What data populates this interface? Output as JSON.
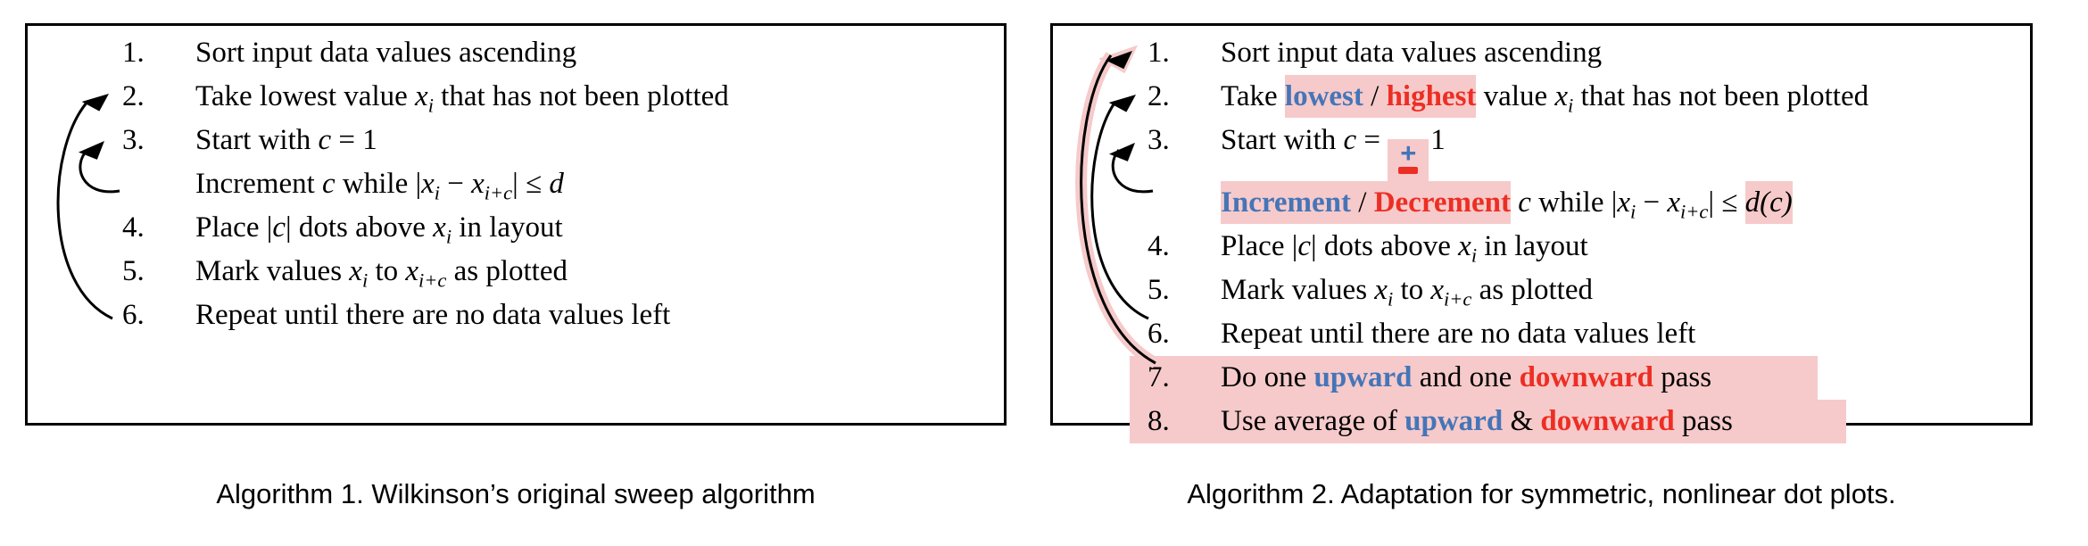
{
  "colors": {
    "blue": "#4575b8",
    "red": "#ed2e24",
    "pink_highlight": "#f6caca",
    "text": "#000000"
  },
  "boxes": [
    {
      "id": "algorithm1",
      "caption": "Algorithm 1. Wilkinson’s original sweep algorithm",
      "arrows": [
        {
          "from": "step-6",
          "to": "step-2"
        },
        {
          "from": "increment-line",
          "to": "step-3"
        }
      ],
      "steps": [
        {
          "num": "1.",
          "segments": [
            {
              "text": "Sort input data values ascending"
            }
          ]
        },
        {
          "num": "2.",
          "segments": [
            {
              "text": "Take lowest value "
            },
            {
              "text": "x",
              "style": "var",
              "sub": "i"
            },
            {
              "text": " that has not been plotted"
            }
          ]
        },
        {
          "num": "3.",
          "segments": [
            {
              "text": "Start with "
            },
            {
              "text": "c",
              "style": "var"
            },
            {
              "text": " = 1"
            }
          ]
        },
        {
          "num": "",
          "segments": [
            {
              "text": "Increment "
            },
            {
              "text": "c",
              "style": "var"
            },
            {
              "text": " while |"
            },
            {
              "text": "x",
              "style": "var",
              "sub": "i"
            },
            {
              "text": " − "
            },
            {
              "text": "x",
              "style": "var",
              "sub": "i+c"
            },
            {
              "text": "| ≤ "
            },
            {
              "text": "d",
              "style": "var"
            }
          ]
        },
        {
          "num": "4.",
          "segments": [
            {
              "text": "Place |"
            },
            {
              "text": "c",
              "style": "var"
            },
            {
              "text": "| dots above "
            },
            {
              "text": "x",
              "style": "var",
              "sub": "i"
            },
            {
              "text": " in layout"
            }
          ]
        },
        {
          "num": "5.",
          "segments": [
            {
              "text": "Mark values "
            },
            {
              "text": "x",
              "style": "var",
              "sub": "i"
            },
            {
              "text": " to "
            },
            {
              "text": "x",
              "style": "var",
              "sub": "i+c"
            },
            {
              "text": " as plotted"
            }
          ]
        },
        {
          "num": "6.",
          "segments": [
            {
              "text": "Repeat until there are no data values left"
            }
          ]
        }
      ]
    },
    {
      "id": "algorithm2",
      "caption": "Algorithm 2. Adaptation for symmetric, nonlinear dot plots.",
      "arrows": [
        {
          "from": "step-7",
          "to": "step-1",
          "emphasis": "pink"
        },
        {
          "from": "step-6",
          "to": "step-2"
        },
        {
          "from": "increment-line",
          "to": "step-3"
        }
      ],
      "steps": [
        {
          "num": "1.",
          "segments": [
            {
              "text": "Sort input data values ascending"
            }
          ]
        },
        {
          "num": "2.",
          "segments": [
            {
              "text": "Take "
            },
            {
              "text": "lowest",
              "style": "blue",
              "hl": true
            },
            {
              "text": " / ",
              "hl": true
            },
            {
              "text": "highest",
              "style": "red",
              "hl": true
            },
            {
              "text": " value "
            },
            {
              "text": "x",
              "style": "var",
              "sub": "i"
            },
            {
              "text": " that has not been plotted"
            }
          ]
        },
        {
          "num": "3.",
          "segments": [
            {
              "text": "Start with "
            },
            {
              "text": "c",
              "style": "var"
            },
            {
              "text": " = "
            },
            {
              "type": "plusminus",
              "plus": "+",
              "minus": "−"
            },
            {
              "text": "1"
            }
          ]
        },
        {
          "num": "",
          "segments": [
            {
              "text": "Increment",
              "style": "blue",
              "hl": true
            },
            {
              "text": " / ",
              "hl": true
            },
            {
              "text": "Decrement",
              "style": "red",
              "hl": true
            },
            {
              "text": " "
            },
            {
              "text": "c",
              "style": "var"
            },
            {
              "text": " while |"
            },
            {
              "text": "x",
              "style": "var",
              "sub": "i"
            },
            {
              "text": " − "
            },
            {
              "text": "x",
              "style": "var",
              "sub": "i+c"
            },
            {
              "text": "| ≤ "
            },
            {
              "text": "d(c)",
              "style": "var",
              "hl": true
            }
          ]
        },
        {
          "num": "4.",
          "segments": [
            {
              "text": "Place |"
            },
            {
              "text": "c",
              "style": "var"
            },
            {
              "text": "| dots above "
            },
            {
              "text": "x",
              "style": "var",
              "sub": "i"
            },
            {
              "text": " in layout"
            }
          ]
        },
        {
          "num": "5.",
          "segments": [
            {
              "text": "Mark values "
            },
            {
              "text": "x",
              "style": "var",
              "sub": "i"
            },
            {
              "text": " to "
            },
            {
              "text": "x",
              "style": "var",
              "sub": "i+c"
            },
            {
              "text": " as plotted"
            }
          ]
        },
        {
          "num": "6.",
          "segments": [
            {
              "text": "Repeat until there are no data values left"
            }
          ]
        },
        {
          "num": "7.",
          "highlight": "row",
          "segments": [
            {
              "text": "Do one "
            },
            {
              "text": "upward",
              "style": "blue"
            },
            {
              "text": " and one "
            },
            {
              "text": "downward",
              "style": "red"
            },
            {
              "text": " pass"
            }
          ]
        },
        {
          "num": "8.",
          "highlight": "row",
          "segments": [
            {
              "text": "Use average of "
            },
            {
              "text": "upward",
              "style": "blue"
            },
            {
              "text": " & "
            },
            {
              "text": "downward",
              "style": "red"
            },
            {
              "text": " pass"
            }
          ]
        }
      ]
    }
  ]
}
